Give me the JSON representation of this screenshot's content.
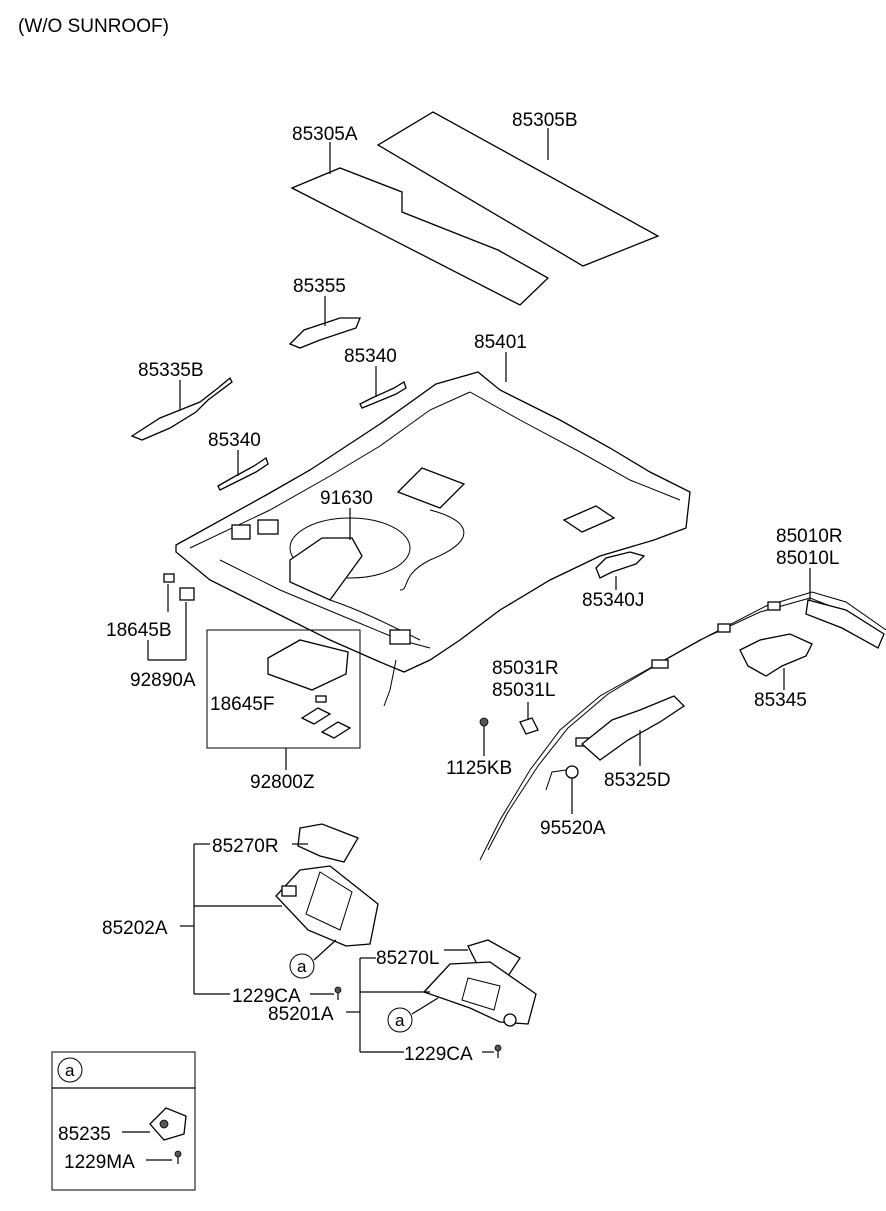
{
  "header": {
    "title": "(W/O SUNROOF)"
  },
  "labels": {
    "p85305A": "85305A",
    "p85305B": "85305B",
    "p85355": "85355",
    "p85335B": "85335B",
    "p85340_top": "85340",
    "p85340_left": "85340",
    "p85401": "85401",
    "p91630": "91630",
    "p85010R": "85010R",
    "p85010L": "85010L",
    "p18645B": "18645B",
    "p92890A": "92890A",
    "p85340J": "85340J",
    "p18645F": "18645F",
    "p92800Z": "92800Z",
    "p85031R": "85031R",
    "p85031L": "85031L",
    "p85345": "85345",
    "p1125KB": "1125KB",
    "p85325D": "85325D",
    "p95520A": "95520A",
    "p85270R": "85270R",
    "p85202A": "85202A",
    "p1229CA_left": "1229CA",
    "p85201A": "85201A",
    "p85270L": "85270L",
    "p1229CA_right": "1229CA",
    "p85235": "85235",
    "p1229MA": "1229MA"
  },
  "callouts": {
    "ref_a_1": "a",
    "ref_a_2": "a",
    "detail_a": "a"
  }
}
